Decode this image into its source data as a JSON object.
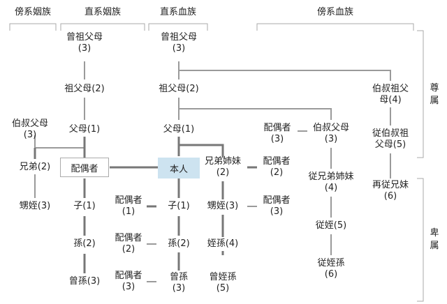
{
  "headers": {
    "collateral_affinity": "傍系姻族",
    "lineal_affinity": "直系姻族",
    "lineal_blood": "直系血族",
    "collateral_blood": "傍系血族"
  },
  "side": {
    "ascendant": "尊\n属",
    "descendant": "卑\n属"
  },
  "nodes": {
    "a_great_grandparents": "曾祖父母\n(3)",
    "a_grandparents": "祖父母(2)",
    "a_uncles_aunts": "伯叔父母\n(3)",
    "a_parents": "父母(1)",
    "a_siblings": "兄弟(2)",
    "spouse_box": "配偶者",
    "a_nephews": "甥姪(3)",
    "a_child": "子(1)",
    "a_grandchild": "孫(2)",
    "a_great_grandchild": "曾孫(3)",
    "b_great_grandparents": "曾祖父母\n(3)",
    "b_grandparents": "祖父母(2)",
    "b_parents": "父母(1)",
    "self_box": "本人",
    "b_child": "子(1)",
    "b_grandchild": "孫(2)",
    "b_great_grandchild": "曾孫\n(3)",
    "sp_child": "配偶者\n(1)",
    "sp_grandchild": "配偶者\n(2)",
    "sp_great_grandchild": "配偶者\n(3)",
    "b_siblings": "兄弟姉妹\n(2)",
    "sp_siblings": "配偶者\n(2)",
    "b_nephews": "甥姪(3)",
    "sp_nephews": "配偶者\n(3)",
    "b_grandnephews": "姪孫(4)",
    "b_great_grandnephews": "曾姪孫\n(5)",
    "sp_uncles_aunts": "配偶者\n(3)",
    "b_uncles_aunts": "伯叔父母\n(3)",
    "b_cousins": "従兄弟姉妹\n(4)",
    "b_cousin_children": "従姪(5)",
    "b_cousin_grandchildren": "従姪孫\n(6)",
    "b_great_uncles": "伯叔祖父\n母(4)",
    "b_parent_cousins": "従伯叔祖\n父母(5)",
    "b_second_cousins": "再従兄妹\n(6)"
  }
}
